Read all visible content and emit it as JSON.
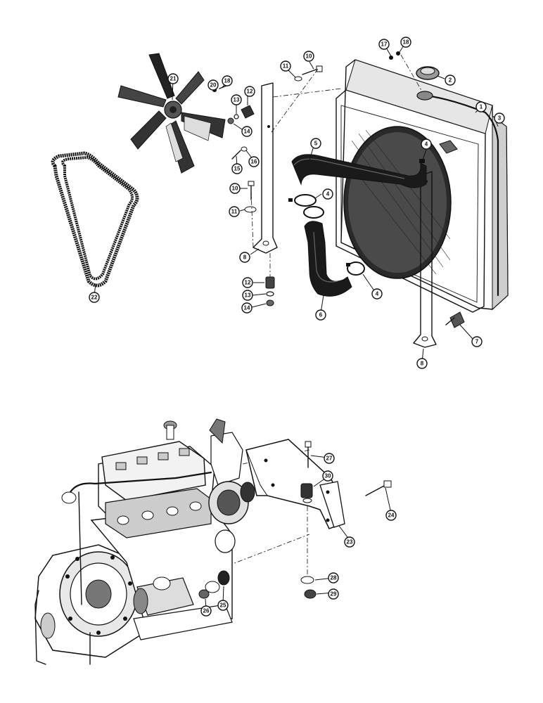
{
  "callouts": [
    {
      "id": "c1",
      "label": "1"
    },
    {
      "id": "c2",
      "label": "2"
    },
    {
      "id": "c3",
      "label": "3"
    },
    {
      "id": "c4a",
      "label": "4"
    },
    {
      "id": "c4b",
      "label": "4"
    },
    {
      "id": "c4c",
      "label": "4"
    },
    {
      "id": "c5",
      "label": "5"
    },
    {
      "id": "c6",
      "label": "6"
    },
    {
      "id": "c7",
      "label": "7"
    },
    {
      "id": "c8a",
      "label": "8"
    },
    {
      "id": "c8b",
      "label": "8"
    },
    {
      "id": "c10a",
      "label": "10"
    },
    {
      "id": "c10b",
      "label": "10"
    },
    {
      "id": "c11a",
      "label": "11"
    },
    {
      "id": "c11b",
      "label": "11"
    },
    {
      "id": "c12a",
      "label": "12"
    },
    {
      "id": "c12b",
      "label": "12"
    },
    {
      "id": "c13a",
      "label": "13"
    },
    {
      "id": "c13b",
      "label": "13"
    },
    {
      "id": "c14a",
      "label": "14"
    },
    {
      "id": "c14b",
      "label": "14"
    },
    {
      "id": "c15",
      "label": "15"
    },
    {
      "id": "c16",
      "label": "16"
    },
    {
      "id": "c17",
      "label": "17"
    },
    {
      "id": "c18a",
      "label": "18"
    },
    {
      "id": "c18b",
      "label": "18"
    },
    {
      "id": "c20",
      "label": "20"
    },
    {
      "id": "c21",
      "label": "21"
    },
    {
      "id": "c22",
      "label": "22"
    },
    {
      "id": "c23",
      "label": "23"
    },
    {
      "id": "c24",
      "label": "24"
    },
    {
      "id": "c25",
      "label": "25"
    },
    {
      "id": "c26",
      "label": "26"
    },
    {
      "id": "c27",
      "label": "27"
    },
    {
      "id": "c28",
      "label": "28"
    },
    {
      "id": "c29",
      "label": "29"
    },
    {
      "id": "c30",
      "label": "30"
    }
  ]
}
